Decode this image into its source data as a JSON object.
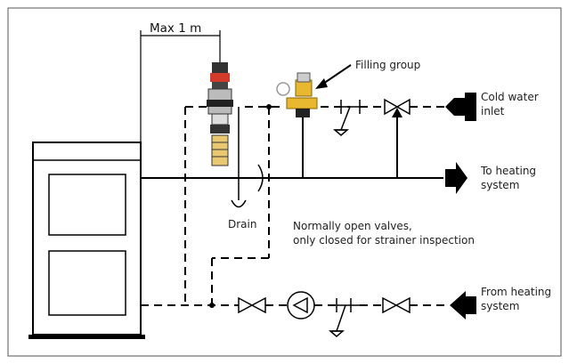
{
  "labels": {
    "max_distance": "Max 1 m",
    "filling_group": "Filling group",
    "cold_water_inlet_line1": "Cold water",
    "cold_water_inlet_line2": "inlet",
    "to_heating_line1": "To heating",
    "to_heating_line2": "system",
    "drain": "Drain",
    "normally_open_line1": "Normally open valves,",
    "normally_open_line2": "only closed for strainer inspection",
    "from_heating_line1": "From heating",
    "from_heating_line2": "system"
  },
  "colors": {
    "line": "#000000",
    "valve_brass": "#E8B830",
    "valve_red": "#D23A2A",
    "boiler_fill": "#ffffff",
    "frame": "#555555"
  }
}
